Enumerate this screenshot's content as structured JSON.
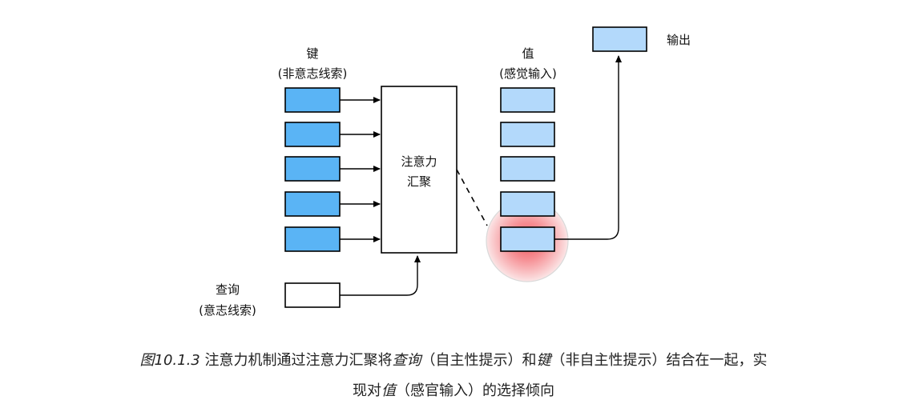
{
  "diagram": {
    "keys_title": "键",
    "keys_subtitle": "(非意志线索)",
    "values_title": "值",
    "values_subtitle": "(感觉输入)",
    "pooling_line1": "注意力",
    "pooling_line2": "汇聚",
    "query_title": "查询",
    "query_subtitle": "(意志线索)",
    "output_label": "输出",
    "colors": {
      "key_fill": "#5ab4f5",
      "value_fill": "#b3d9fb",
      "highlight": "#f2545b",
      "stroke": "#000000"
    }
  },
  "caption": {
    "figure_label": "图10.1.3",
    "part1": "注意力机制通过注意力汇聚将",
    "term_query": "查询",
    "part2": "（自主性提示）和",
    "term_key": "键",
    "part3": "（非自主性提示）结合在一起，实",
    "part4": "现对",
    "term_value": "值",
    "part5": "（感官输入）的选择倾向"
  }
}
